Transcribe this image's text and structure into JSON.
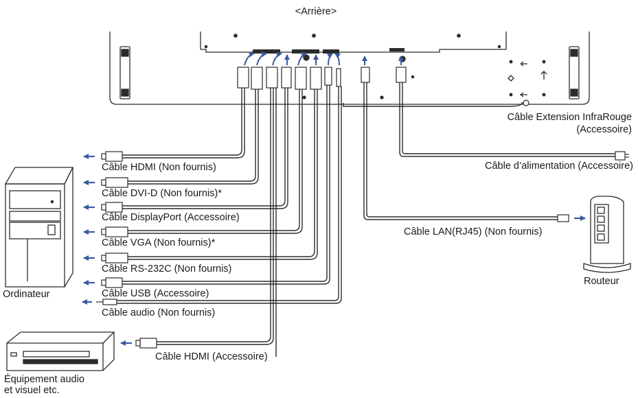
{
  "title": "<Arrière>",
  "cables": {
    "ir_extension": "Câble Extension InfraRouge",
    "ir_extension_note": "(Accessoire)",
    "power": "Câble d’alimentation (Accessoire)",
    "hdmi_pc": "Câble HDMI (Non fournis)",
    "dvi": "Câble DVI-D (Non fournis)*",
    "displayport": "Câble DisplayPort (Accessoire)",
    "vga": "Câble VGA (Non fournis)*",
    "rs232c": "Câble RS-232C (Non fournis)",
    "usb": "Câble USB (Accessoire)",
    "audio": "Câble audio (Non fournis)",
    "hdmi_av": "Câble HDMI (Accessoire)",
    "lan": "Câble LAN(RJ45) (Non fournis)"
  },
  "devices": {
    "computer": "Ordinateur",
    "router": "Routeur",
    "av_line1": "Équipement audio",
    "av_line2": "et visuel etc."
  },
  "colors": {
    "arrow": "#3a5aa0",
    "line": "#2b2b2b"
  }
}
